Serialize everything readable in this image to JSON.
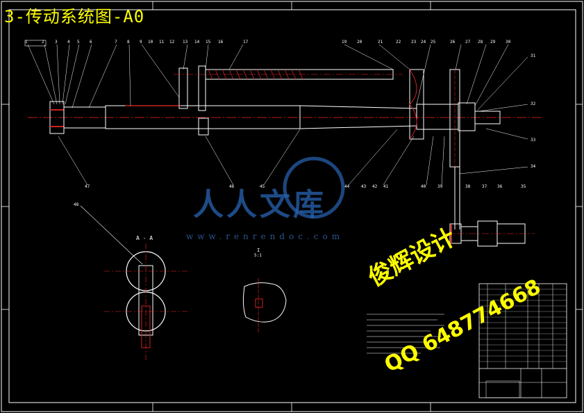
{
  "drawing": {
    "title": "3-传动系统图-A0",
    "section_label": "A - A",
    "view_label": "I",
    "view_scale": "5:1",
    "watermark_brand": "人人文库",
    "watermark_url": "www.renrendoc.com",
    "watermark_designer": "俊辉设计",
    "watermark_qq": "QQ 648774668"
  },
  "colors": {
    "background": "#000000",
    "outline": "#ffffff",
    "centerline": "#ff2020",
    "hatch": "#cc2222",
    "title_text": "#ffff00",
    "watermark_blue": "#2a64b4"
  },
  "part_tags_top": [
    "1",
    "2",
    "3",
    "4",
    "5",
    "6",
    "7",
    "8",
    "9",
    "10",
    "11",
    "12",
    "13",
    "14",
    "15",
    "16",
    "17",
    "19",
    "20",
    "21",
    "22",
    "23",
    "24",
    "25",
    "26",
    "27",
    "28",
    "29",
    "30",
    "31"
  ],
  "part_tags_right": [
    "32",
    "33",
    "34"
  ],
  "part_tags_bottom": [
    "47",
    "46",
    "45",
    "44",
    "43",
    "42",
    "41",
    "40",
    "39"
  ],
  "part_tags_motor": [
    "38",
    "37",
    "36",
    "35"
  ],
  "part_tags_section": [
    "48"
  ]
}
